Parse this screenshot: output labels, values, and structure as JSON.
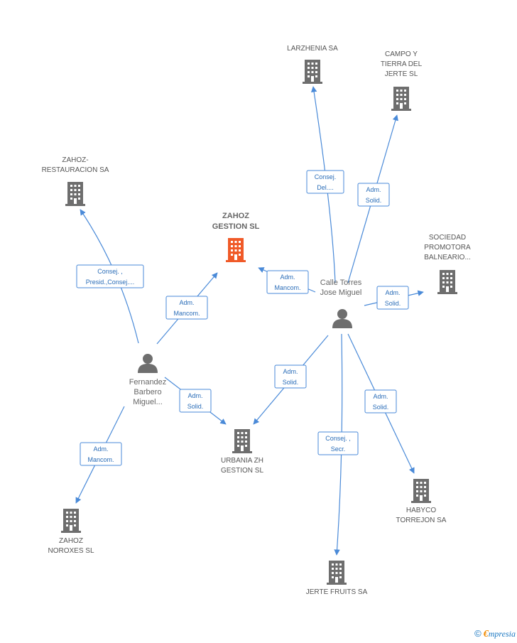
{
  "colors": {
    "edge": "#4a8ad8",
    "building": "#6e6e6e",
    "building_main": "#f05a28",
    "person": "#6e6e6e"
  },
  "nodes": [
    {
      "id": "zahoz-gestion",
      "type": "company-main",
      "label": [
        "ZAHOZ",
        "GESTION SL"
      ]
    },
    {
      "id": "larzhenia",
      "type": "company",
      "label": [
        "LARZHENIA SA"
      ]
    },
    {
      "id": "campo-tierra",
      "type": "company",
      "label": [
        "CAMPO Y",
        "TIERRA DEL",
        "JERTE SL"
      ]
    },
    {
      "id": "zahoz-restauracion",
      "type": "company",
      "label": [
        "ZAHOZ-",
        "RESTAURACION SA"
      ]
    },
    {
      "id": "sociedad-promotora",
      "type": "company",
      "label": [
        "SOCIEDAD",
        "PROMOTORA",
        "BALNEARIO..."
      ]
    },
    {
      "id": "calle-torres",
      "type": "person",
      "label": [
        "Calle Torres",
        "Jose Miguel"
      ]
    },
    {
      "id": "fernandez-barbero",
      "type": "person",
      "label": [
        "Fernandez",
        "Barbero",
        "Miguel..."
      ]
    },
    {
      "id": "urbania",
      "type": "company",
      "label": [
        "URBANIA ZH",
        "GESTION SL"
      ]
    },
    {
      "id": "habyco",
      "type": "company",
      "label": [
        "HABYCO",
        "TORREJON SA"
      ]
    },
    {
      "id": "zahoz-noroxes",
      "type": "company",
      "label": [
        "ZAHOZ",
        "NOROXES  SL"
      ]
    },
    {
      "id": "jerte-fruits",
      "type": "company",
      "label": [
        "JERTE FRUITS SA"
      ]
    }
  ],
  "edges": [
    {
      "from": "calle-torres",
      "to": "larzhenia",
      "label": [
        "Consej.",
        "Del...."
      ]
    },
    {
      "from": "calle-torres",
      "to": "campo-tierra",
      "label": [
        "Adm.",
        "Solid."
      ]
    },
    {
      "from": "calle-torres",
      "to": "zahoz-gestion",
      "label": [
        "Adm.",
        "Mancom."
      ]
    },
    {
      "from": "calle-torres",
      "to": "sociedad-promotora",
      "label": [
        "Adm.",
        "Solid."
      ]
    },
    {
      "from": "calle-torres",
      "to": "urbania",
      "label": [
        "Adm.",
        "Solid."
      ]
    },
    {
      "from": "calle-torres",
      "to": "jerte-fruits",
      "label": [
        "Consej. ,",
        "Secr."
      ]
    },
    {
      "from": "calle-torres",
      "to": "habyco",
      "label": [
        "Adm.",
        "Solid."
      ]
    },
    {
      "from": "fernandez-barbero",
      "to": "zahoz-restauracion",
      "label": [
        "Consej. ,",
        "Presid.,Consej...."
      ]
    },
    {
      "from": "fernandez-barbero",
      "to": "zahoz-gestion",
      "label": [
        "Adm.",
        "Mancom."
      ]
    },
    {
      "from": "fernandez-barbero",
      "to": "urbania",
      "label": [
        "Adm.",
        "Solid."
      ]
    },
    {
      "from": "fernandez-barbero",
      "to": "zahoz-noroxes",
      "label": [
        "Adm.",
        "Mancom."
      ]
    }
  ],
  "footer": {
    "copyright": "©",
    "brand_initial": "€",
    "brand_rest": "mpresia"
  }
}
